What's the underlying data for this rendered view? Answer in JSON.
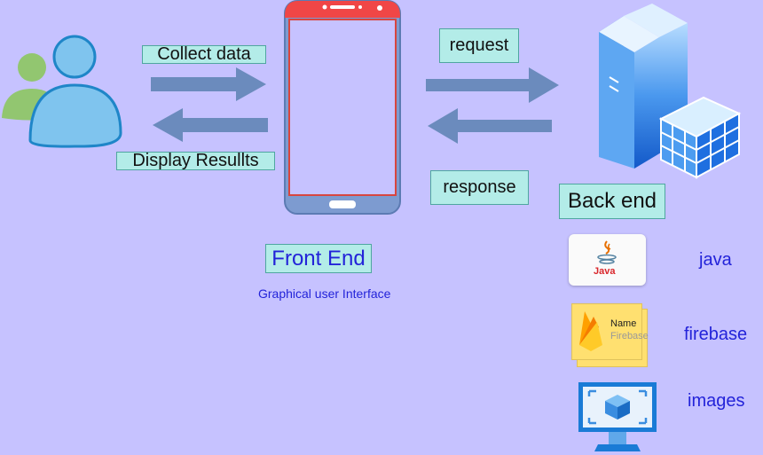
{
  "labels": {
    "collect": "Collect data",
    "display": "Display Resullts",
    "request": "request",
    "response": "response",
    "front_end": "Front End",
    "gui": "Graphical user Interface",
    "back_end": "Back end"
  },
  "stack": [
    {
      "icon": "java-logo-icon",
      "label": "java",
      "logo_text": "Java"
    },
    {
      "icon": "firebase-icon",
      "label": "firebase",
      "card_title": "Name",
      "card_subtitle": "Firebase"
    },
    {
      "icon": "monitor-cube-icon",
      "label": "images"
    }
  ],
  "colors": {
    "background": "#c6c2ff",
    "label_fill": "#b3ece8",
    "arrow": "#6b8bbd",
    "phone_body": "#7d9bd0",
    "phone_top": "#f04646",
    "blue_text": "#2323d9"
  }
}
